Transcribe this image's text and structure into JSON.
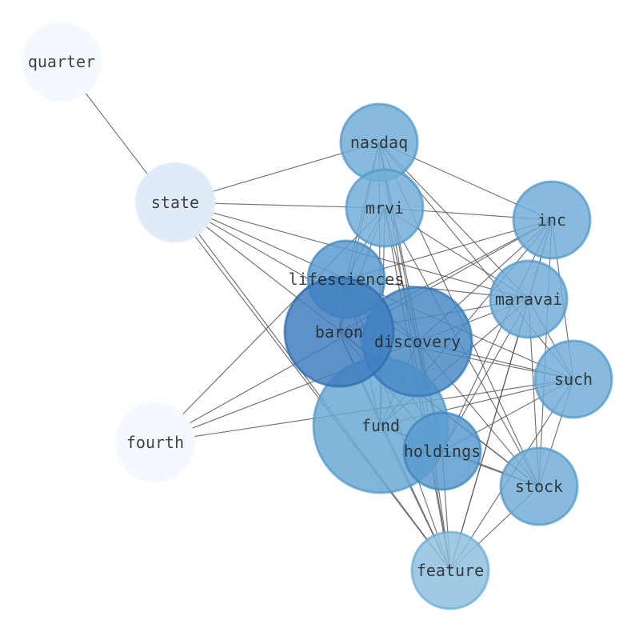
{
  "graph": {
    "nodes": [
      {
        "id": "quarter",
        "label": "quarter",
        "color": "#f5f9ff",
        "border": "#f5f9ff"
      },
      {
        "id": "state",
        "label": "state",
        "color": "#e1ebf7",
        "border": "#e1ebf7"
      },
      {
        "id": "fourth",
        "label": "fourth",
        "color": "#f5f9ff",
        "border": "#f5f9ff"
      },
      {
        "id": "nasdaq",
        "label": "nasdaq",
        "color": "#72aed6",
        "border": "#4f95c8"
      },
      {
        "id": "mrvi",
        "label": "mrvi",
        "color": "#72aed6",
        "border": "#4f95c8"
      },
      {
        "id": "inc",
        "label": "inc",
        "color": "#72aed6",
        "border": "#4f95c8"
      },
      {
        "id": "lifesciences",
        "label": "lifesciences",
        "color": "#5a9ccf",
        "border": "#3d85be"
      },
      {
        "id": "maravai",
        "label": "maravai",
        "color": "#72aed6",
        "border": "#4f95c8"
      },
      {
        "id": "baron",
        "label": "baron",
        "color": "#3f7fbf",
        "border": "#2d6aaa"
      },
      {
        "id": "discovery",
        "label": "discovery",
        "color": "#4a8bc6",
        "border": "#2f74b6"
      },
      {
        "id": "such",
        "label": "such",
        "color": "#72aed6",
        "border": "#4f95c8"
      },
      {
        "id": "fund",
        "label": "fund",
        "color": "#6aa9d3",
        "border": "#4f95c8"
      },
      {
        "id": "holdings",
        "label": "holdings",
        "color": "#5a9ccf",
        "border": "#3d85be"
      },
      {
        "id": "stock",
        "label": "stock",
        "color": "#72aed6",
        "border": "#4f95c8"
      },
      {
        "id": "feature",
        "label": "feature",
        "color": "#8ec0e0",
        "border": "#6aa9d3"
      }
    ],
    "edges": [
      [
        "quarter",
        "feature"
      ],
      [
        "state",
        "nasdaq"
      ],
      [
        "state",
        "mrvi"
      ],
      [
        "state",
        "lifesciences"
      ],
      [
        "state",
        "maravai"
      ],
      [
        "state",
        "stock"
      ],
      [
        "state",
        "feature"
      ],
      [
        "state",
        "discovery"
      ],
      [
        "fourth",
        "mrvi"
      ],
      [
        "fourth",
        "inc"
      ],
      [
        "fourth",
        "such"
      ],
      [
        "fourth",
        "discovery"
      ],
      [
        "nasdaq",
        "inc"
      ],
      [
        "nasdaq",
        "maravai"
      ],
      [
        "nasdaq",
        "stock"
      ],
      [
        "nasdaq",
        "fund"
      ],
      [
        "nasdaq",
        "feature"
      ],
      [
        "nasdaq",
        "holdings"
      ],
      [
        "nasdaq",
        "baron"
      ],
      [
        "nasdaq",
        "lifesciences"
      ],
      [
        "nasdaq",
        "such"
      ],
      [
        "nasdaq",
        "discovery"
      ],
      [
        "mrvi",
        "inc"
      ],
      [
        "mrvi",
        "maravai"
      ],
      [
        "mrvi",
        "holdings"
      ],
      [
        "mrvi",
        "stock"
      ],
      [
        "mrvi",
        "feature"
      ],
      [
        "mrvi",
        "fund"
      ],
      [
        "mrvi",
        "baron"
      ],
      [
        "mrvi",
        "lifesciences"
      ],
      [
        "inc",
        "lifesciences"
      ],
      [
        "inc",
        "baron"
      ],
      [
        "inc",
        "discovery"
      ],
      [
        "inc",
        "fund"
      ],
      [
        "inc",
        "holdings"
      ],
      [
        "inc",
        "stock"
      ],
      [
        "inc",
        "such"
      ],
      [
        "inc",
        "feature"
      ],
      [
        "inc",
        "maravai"
      ],
      [
        "maravai",
        "lifesciences"
      ],
      [
        "maravai",
        "baron"
      ],
      [
        "maravai",
        "such"
      ],
      [
        "maravai",
        "stock"
      ],
      [
        "maravai",
        "holdings"
      ],
      [
        "maravai",
        "fund"
      ],
      [
        "maravai",
        "feature"
      ],
      [
        "maravai",
        "discovery"
      ],
      [
        "baron",
        "such"
      ],
      [
        "baron",
        "stock"
      ],
      [
        "baron",
        "feature"
      ],
      [
        "baron",
        "holdings"
      ],
      [
        "baron",
        "fund"
      ],
      [
        "baron",
        "discovery"
      ],
      [
        "baron",
        "lifesciences"
      ],
      [
        "discovery",
        "such"
      ],
      [
        "discovery",
        "stock"
      ],
      [
        "discovery",
        "feature"
      ],
      [
        "discovery",
        "holdings"
      ],
      [
        "discovery",
        "fund"
      ],
      [
        "discovery",
        "lifesciences"
      ],
      [
        "lifesciences",
        "such"
      ],
      [
        "lifesciences",
        "feature"
      ],
      [
        "lifesciences",
        "fund"
      ],
      [
        "lifesciences",
        "holdings"
      ],
      [
        "such",
        "fund"
      ],
      [
        "such",
        "holdings"
      ],
      [
        "such",
        "stock"
      ],
      [
        "such",
        "feature"
      ],
      [
        "fund",
        "holdings"
      ],
      [
        "fund",
        "stock"
      ],
      [
        "fund",
        "feature"
      ],
      [
        "holdings",
        "stock"
      ],
      [
        "holdings",
        "feature"
      ],
      [
        "stock",
        "feature"
      ]
    ]
  }
}
